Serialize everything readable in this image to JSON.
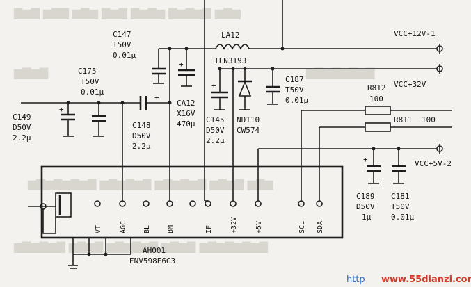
{
  "module": {
    "ref": "AH001",
    "part_number": "ENV598E6G3",
    "pins": [
      "VT",
      "AGC",
      "BL",
      "BM",
      "IF",
      "+32V",
      "+5V",
      "SCL",
      "SDA"
    ]
  },
  "components": {
    "c147": {
      "ref": "C147",
      "rating": "T50V",
      "value": "0.01μ"
    },
    "c175": {
      "ref": "C175",
      "rating": "T50V",
      "value": "0.01μ"
    },
    "c149": {
      "ref": "C149",
      "rating": "D50V",
      "value": "2.2μ"
    },
    "c148": {
      "ref": "C148",
      "rating": "D50V",
      "value": "2.2μ"
    },
    "ca12": {
      "ref": "CA12",
      "rating": "X16V",
      "value": "470μ"
    },
    "la12": {
      "ref": "LA12"
    },
    "tln": {
      "ref": "TLN3193"
    },
    "c187": {
      "ref": "C187",
      "rating": "T50V",
      "value": "0.01μ"
    },
    "c145": {
      "ref": "C145",
      "rating": "D50V",
      "value": "2.2μ"
    },
    "nd110": {
      "ref": "ND110",
      "value": "CW574"
    },
    "r812": {
      "ref": "R812",
      "value": "100"
    },
    "r811": {
      "ref": "R811",
      "value": "100"
    },
    "c189": {
      "ref": "C189",
      "rating": "D50V",
      "value": "1μ"
    },
    "c181": {
      "ref": "C181",
      "rating": "T50V",
      "value": "0.01μ"
    }
  },
  "rails": {
    "vcc12": "VCC+12V-1",
    "vcc32": "VCC+32V",
    "vcc5": "VCC+5V-2"
  },
  "watermark": {
    "prefix": "http",
    "site": "www.55dianzi.com"
  },
  "colors": {
    "paper": "#f3f2ee",
    "ink": "#1d1d1d",
    "watermark_blue": "#2f6ec8",
    "watermark_red": "#d23a2a"
  }
}
